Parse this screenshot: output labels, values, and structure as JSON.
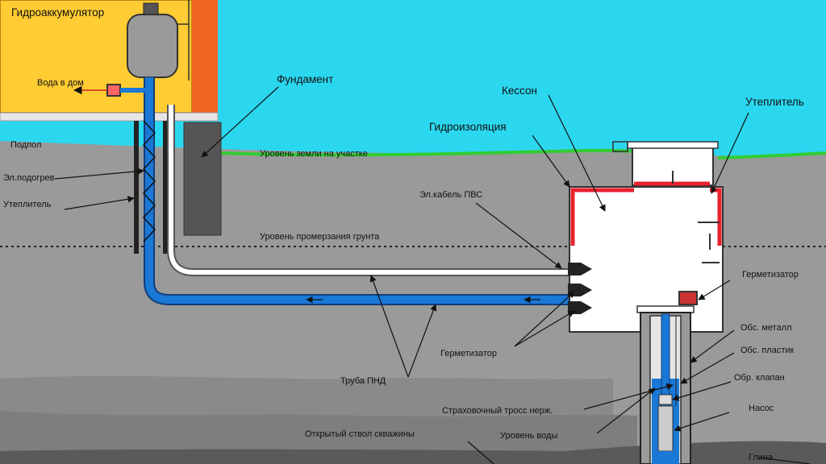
{
  "labels": {
    "accumulator": "Гидроаккумулятор",
    "water_to_house": "Вода в дом",
    "foundation": "Фундамент",
    "caisson": "Кессон",
    "insulation_right": "Утеплитель",
    "waterproofing": "Гидроизоляция",
    "subfloor": "Подпол",
    "ground_level": "Уровень земли на участке",
    "electric_heating": "Эл.подогрев",
    "insulation_left": "Утеплитель",
    "cable": "Эл.кабель ПВС",
    "frost_level": "Уровень промерзания грунта",
    "sealer_right": "Герметизатор",
    "casing_metal": "Обс. металл",
    "sealer_center": "Герметизатор",
    "casing_plastic": "Обс. пластик",
    "check_valve": "Обр. клапан",
    "pipe_pnd": "Труба ПНД",
    "pump": "Насос",
    "safety_cable": "Страховочный тросс нерж.",
    "water_level": "Уровень воды",
    "open_borehole": "Открытый ствол скважины",
    "clay": "Глина"
  },
  "colors": {
    "sky": "#2bd7ef",
    "house": "#ffcc33",
    "house_border": "#b8860b",
    "wall": "#f26522",
    "soil": "#9a9a9a",
    "soil_dark": "#5a5a5a",
    "grass": "#33cc33",
    "pipe": "#1a78d6",
    "waterproofing": "#e8212e",
    "caisson": "#ffffff"
  }
}
